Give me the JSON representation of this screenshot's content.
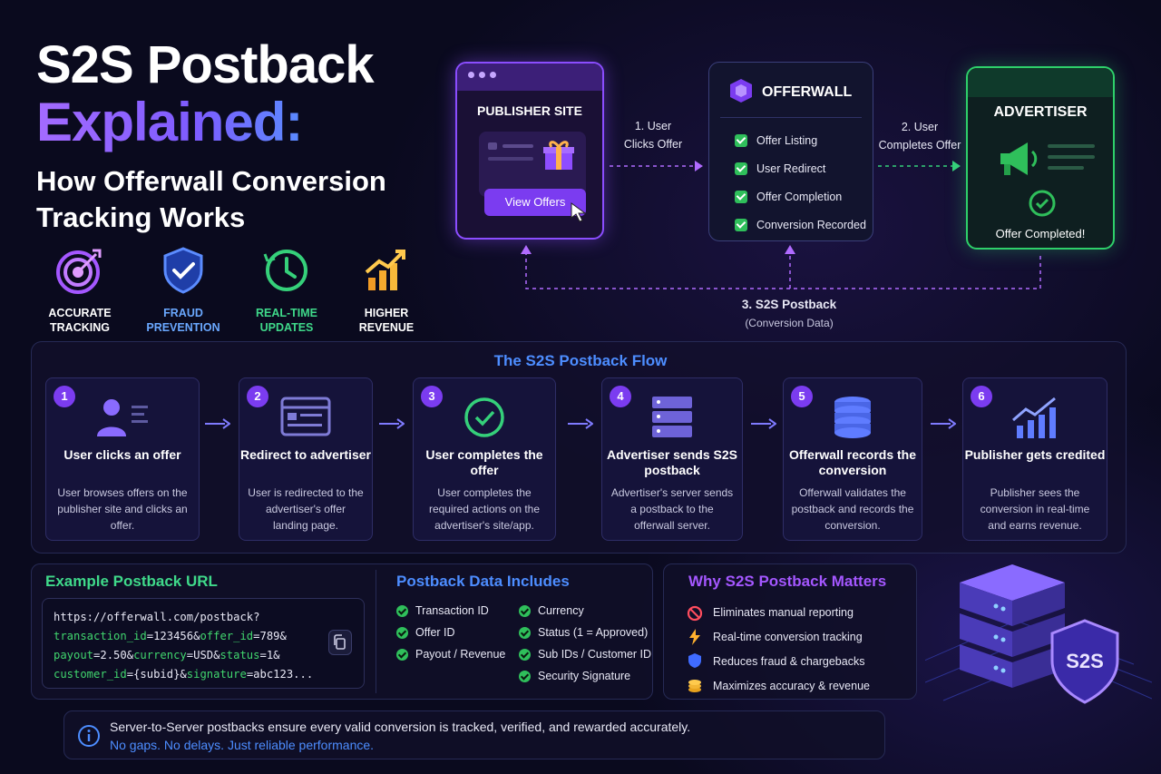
{
  "hero": {
    "title_line1": "S2S Postback",
    "title_line2": "Explained:",
    "subtitle": "How Offerwall Conversion Tracking Works"
  },
  "features": [
    {
      "label": "ACCURATE TRACKING",
      "color": "#ffffff",
      "icon": "target-icon"
    },
    {
      "label": "FRAUD PREVENTION",
      "color": "#6aa8ff",
      "icon": "shield-check-icon"
    },
    {
      "label": "REAL-TIME UPDATES",
      "color": "#3fd98a",
      "icon": "clock-icon"
    },
    {
      "label": "HIGHER REVENUE",
      "color": "#ffffff",
      "icon": "growth-chart-icon"
    }
  ],
  "top_flow": {
    "publisher": {
      "title": "PUBLISHER SITE",
      "button": "View Offers"
    },
    "offerwall": {
      "title": "OFFERWALL",
      "items": [
        "Offer Listing",
        "User Redirect",
        "Offer Completion",
        "Conversion Recorded"
      ]
    },
    "advertiser": {
      "title": "ADVERTISER",
      "status": "Offer Completed!"
    },
    "step1": {
      "line1": "1. User",
      "line2": "Clicks Offer"
    },
    "step2": {
      "line1": "2. User",
      "line2": "Completes Offer"
    },
    "step3": {
      "line1": "3. S2S Postback",
      "line2": "(Conversion Data)"
    }
  },
  "flow": {
    "title": "The S2S Postback Flow",
    "steps": [
      {
        "num": "1",
        "title": "User clicks an offer",
        "desc": "User browses offers on the publisher site and clicks an offer."
      },
      {
        "num": "2",
        "title": "Redirect to advertiser",
        "desc": "User is redirected to the advertiser's offer landing page."
      },
      {
        "num": "3",
        "title": "User completes the offer",
        "desc": "User completes the required actions on the advertiser's site/app."
      },
      {
        "num": "4",
        "title": "Advertiser sends S2S postback",
        "desc": "Advertiser's server sends a postback to the offerwall server."
      },
      {
        "num": "5",
        "title": "Offerwall records the conversion",
        "desc": "Offerwall validates the postback and records the conversion."
      },
      {
        "num": "6",
        "title": "Publisher gets credited",
        "desc": "Publisher sees the conversion in real-time and earns revenue."
      }
    ]
  },
  "example": {
    "title": "Example Postback URL",
    "url": {
      "l1": "https://offerwall.com/postback?",
      "l2a": "transaction_id",
      "l2b": "=123456&",
      "l2c": "offer_id",
      "l2d": "=789&",
      "l3a": "payout",
      "l3b": "=2.50&",
      "l3c": "currency",
      "l3d": "=USD&",
      "l3e": "status",
      "l3f": "=1&",
      "l4a": "customer_id",
      "l4b": "={subid}&",
      "l4c": "signature",
      "l4d": "=abc123..."
    }
  },
  "data_includes": {
    "title": "Postback Data Includes",
    "col1": [
      "Transaction ID",
      "Offer ID",
      "Payout / Revenue"
    ],
    "col2": [
      "Currency",
      "Status (1 = Approved)",
      "Sub IDs / Customer ID",
      "Security Signature"
    ]
  },
  "why": {
    "title": "Why S2S Postback Matters",
    "items": [
      "Eliminates manual reporting",
      "Real-time conversion tracking",
      "Reduces fraud & chargebacks",
      "Maximizes accuracy & revenue"
    ]
  },
  "badge": "S2S",
  "note": {
    "line1": "Server-to-Server postbacks ensure every valid conversion is tracked, verified, and rewarded accurately.",
    "line2": "No gaps. No delays. Just reliable performance."
  }
}
